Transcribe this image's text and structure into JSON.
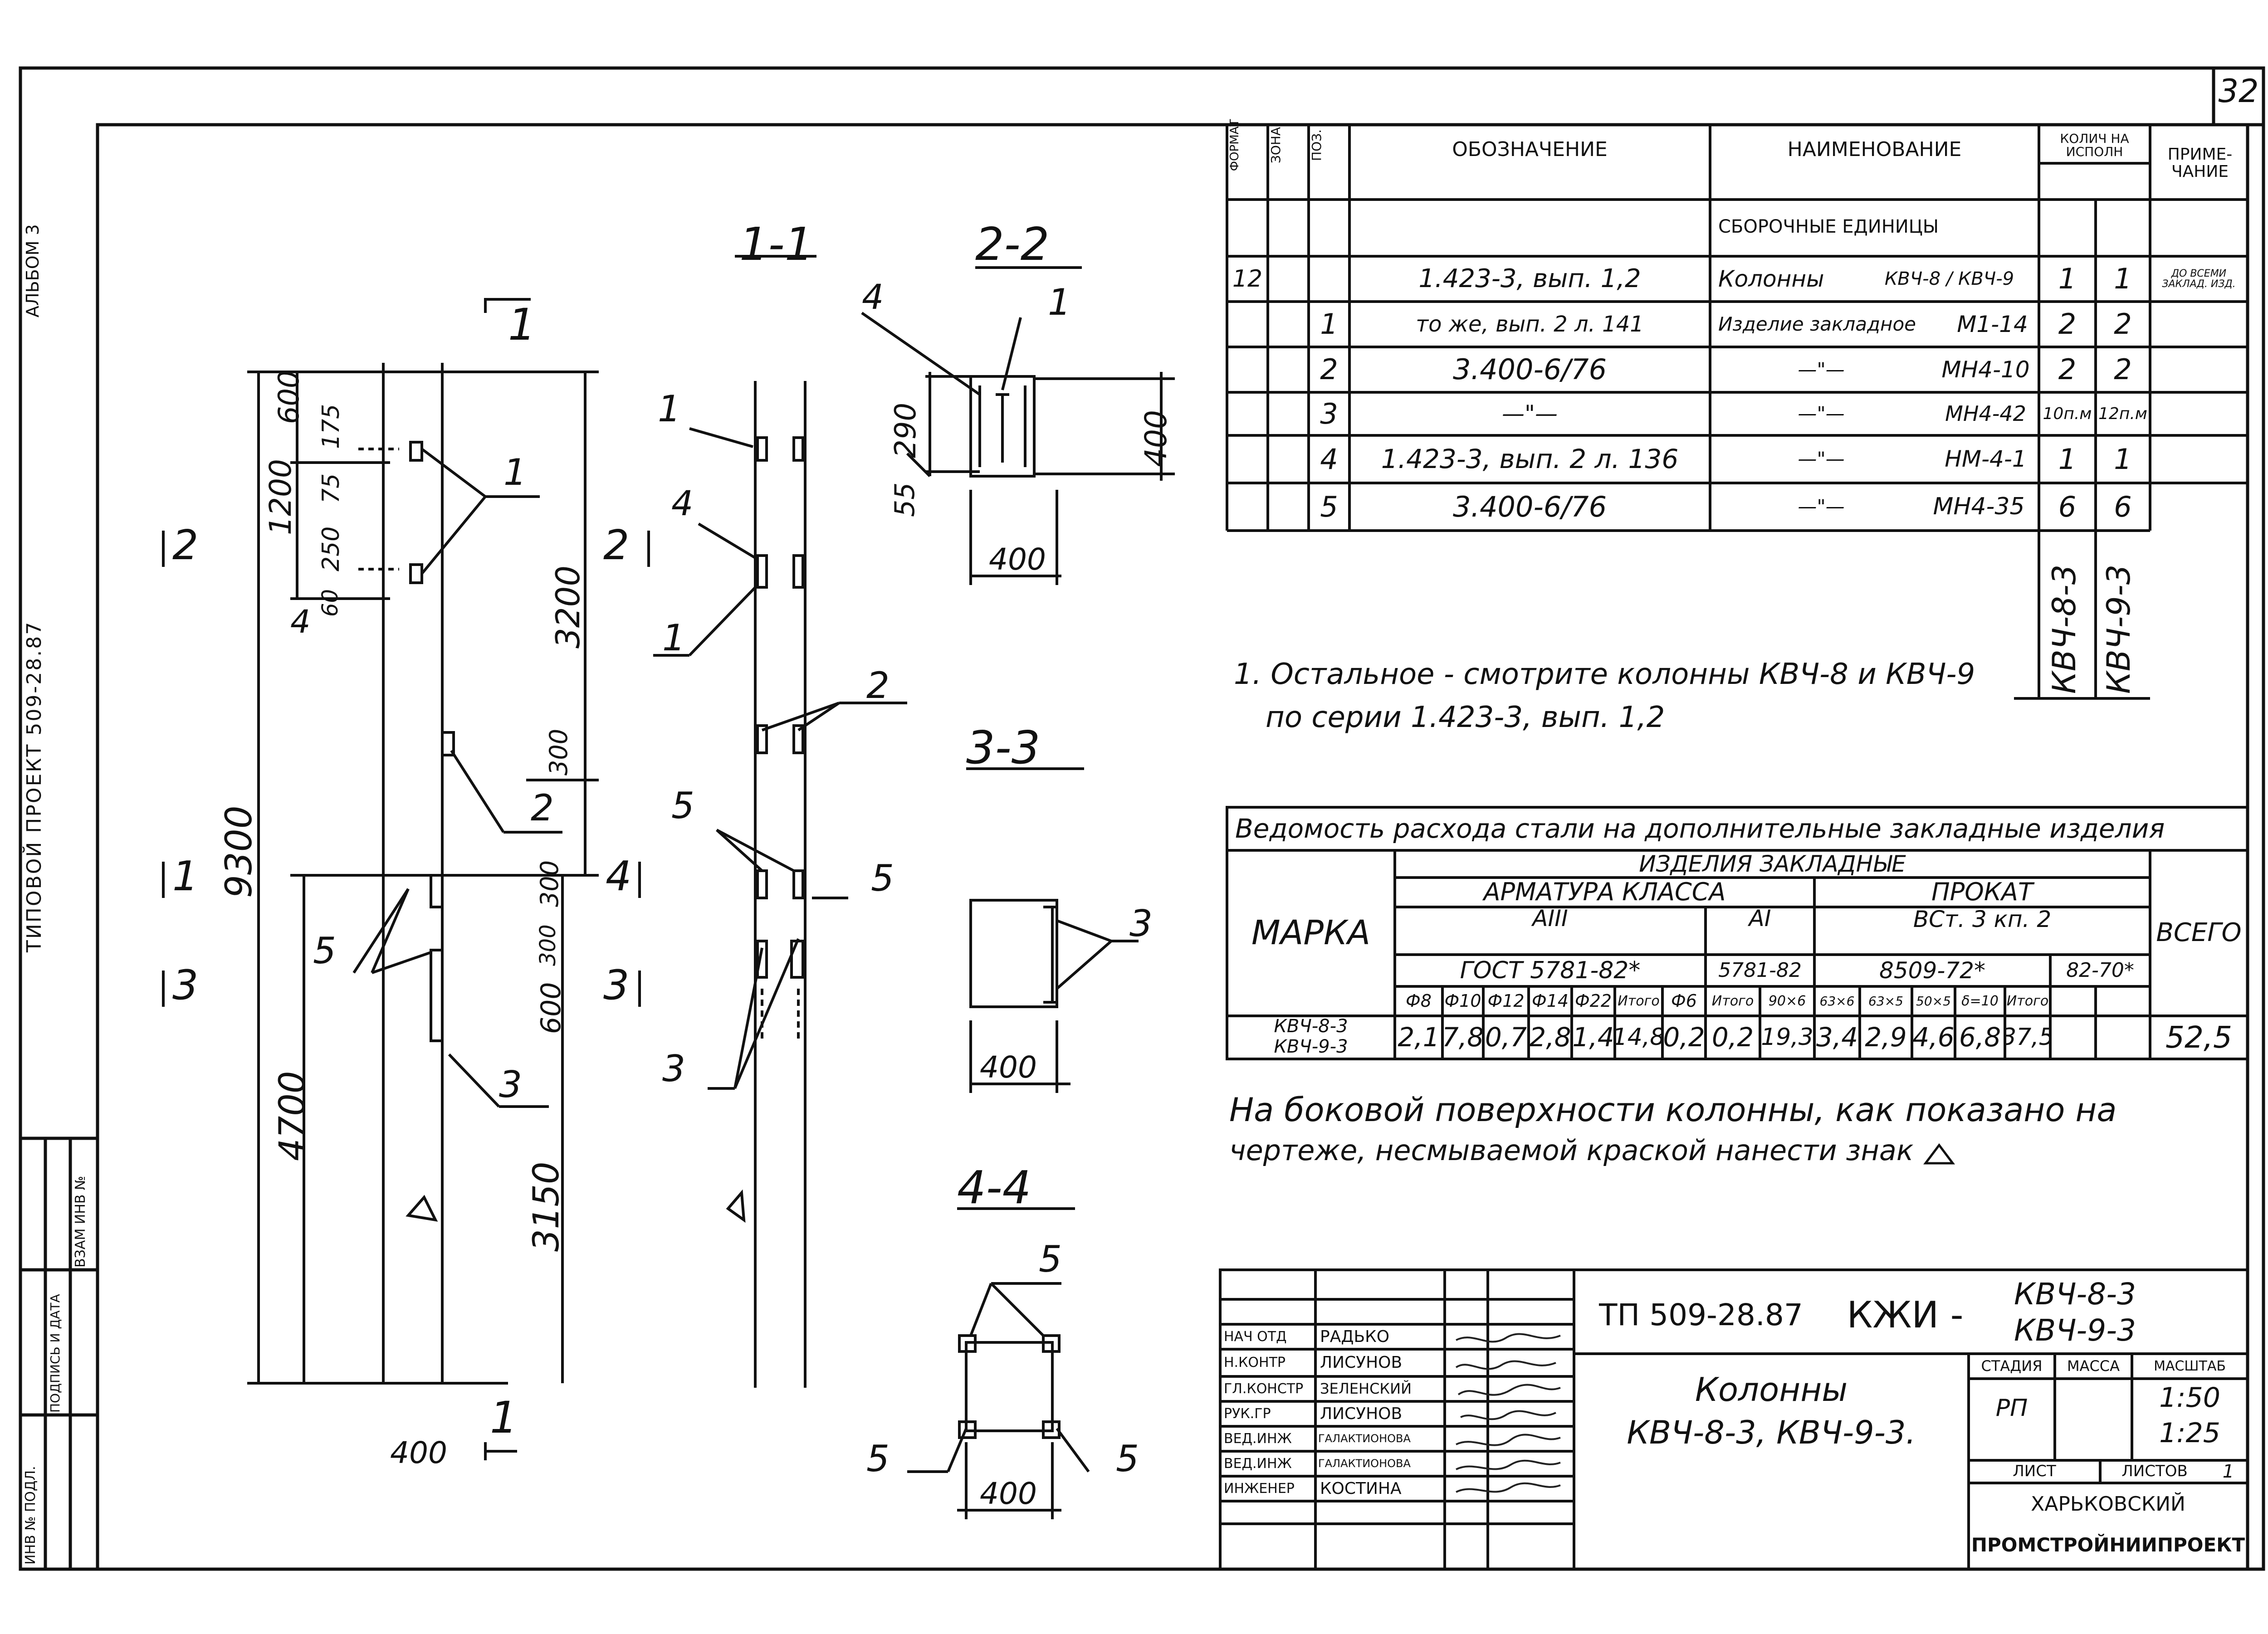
{
  "sheet": {
    "number": "32"
  },
  "side_stamp": {
    "album": "АЛЬБОМ 3",
    "project": "ТИПОВОЙ ПРОЕКТ 509-28.87",
    "cols": [
      "ИНВ № ПОДЛ.",
      "ПОДПИСЬ И ДАТА",
      "ВЗАМ ИНВ №"
    ]
  },
  "views": {
    "sec11": "1-1",
    "sec22": "2-2",
    "sec33": "3-3",
    "sec44": "4-4",
    "cut_marks": {
      "c1_top": "1",
      "c2_left": "2",
      "c2_right": "2",
      "c1_left": "1",
      "c4_right": "4",
      "c3_left": "3",
      "c3_right": "3",
      "c1_bottom": "1"
    },
    "dims_elev": [
      "600",
      "1200",
      "175",
      "75",
      "250",
      "60",
      "3200",
      "9300",
      "300",
      "300",
      "300",
      "600",
      "4700",
      "3150",
      "400"
    ],
    "dims_sec22": [
      "290",
      "55",
      "400",
      "400"
    ],
    "dims_sec33": [
      "400"
    ],
    "dims_sec44": [
      "400"
    ],
    "leaders": {
      "n1": "1",
      "n2": "2",
      "n3": "3",
      "n4": "4",
      "n5": "5"
    }
  },
  "spec": {
    "headers": {
      "format": "ФОРМАТ",
      "zone": "ЗОНА",
      "pos": "ПОЗ.",
      "designation": "ОБОЗНАЧЕНИЕ",
      "name": "НАИМЕНОВАНИЕ",
      "qty": "КОЛИЧ НА ИСПОЛН",
      "note": "ПРИМЕ-ЧАНИЕ"
    },
    "section_title": "СБОРОЧНЫЕ ЕДИНИЦЫ",
    "rows": [
      {
        "format": "12",
        "pos": "",
        "designation": "1.423-3, вып. 1,2",
        "name": "Колонны",
        "name2": "КВЧ-8 / КВЧ-9",
        "q1": "1",
        "q2": "1",
        "note": "ДО ВСЕМИ ЗАКЛАД. ИЗД."
      },
      {
        "format": "",
        "pos": "1",
        "designation": "то же, вып. 2 л. 141",
        "name": "Изделие закладное",
        "name2": "М1-14",
        "q1": "2",
        "q2": "2",
        "note": ""
      },
      {
        "format": "",
        "pos": "2",
        "designation": "3.400-6/76",
        "name": "—\"—",
        "name2": "МН4-10",
        "q1": "2",
        "q2": "2",
        "note": ""
      },
      {
        "format": "",
        "pos": "3",
        "designation": "—\"—",
        "name": "—\"—",
        "name2": "МН4-42",
        "q1": "10п.м",
        "q2": "12п.м",
        "note": ""
      },
      {
        "format": "",
        "pos": "4",
        "designation": "1.423-3, вып. 2 л. 136",
        "name": "—\"—",
        "name2": "НМ-4-1",
        "q1": "1",
        "q2": "1",
        "note": ""
      },
      {
        "format": "",
        "pos": "5",
        "designation": "3.400-6/76",
        "name": "—\"—",
        "name2": "МН4-35",
        "q1": "6",
        "q2": "6",
        "note": ""
      }
    ],
    "variants": [
      "КВЧ-8-3",
      "КВЧ-9-3"
    ]
  },
  "notes": {
    "note1_line1": "1. Остальное - смотрите колонны КВЧ-8 и КВЧ-9",
    "note1_line2": "по серии 1.423-3, вып. 1,2",
    "marking_line1": "На боковой поверхности колонны, как показано на",
    "marking_line2": "чертеже, несмываемой краской нанести знак"
  },
  "steel": {
    "title": "Ведомость расхода стали на дополнительные закладные изделия",
    "marka": "МАРКА",
    "group": "ИЗДЕЛИЯ ЗАКЛАДНЫЕ",
    "rebar": "АРМАТУРА КЛАССА",
    "rolled": "ПРОКАТ",
    "a3": "АIII",
    "a1": "АI",
    "vst": "ВСт. 3 кп. 2",
    "gost1": "ГОСТ 5781-82*",
    "gost2": "5781-82",
    "gost3": "8509-72*",
    "gost4": "82-70*",
    "total_h": "ВСЕГО",
    "subcols": [
      "Ф8",
      "Ф10",
      "Ф12",
      "Ф14",
      "Ф22",
      "Итого",
      "Ф6",
      "Итого",
      "90×6",
      "63×6",
      "63×5",
      "50×5",
      "δ=10",
      "Итого"
    ],
    "marks": [
      "КВЧ-8-3",
      "КВЧ-9-3"
    ],
    "values": [
      "2,1",
      "7,8",
      "0,7",
      "2,8",
      "1,4",
      "14,8",
      "0,2",
      "0,2",
      "19,3",
      "3,4",
      "2,9",
      "4,6",
      "6,8",
      "37,5"
    ],
    "total": "52,5"
  },
  "title_block": {
    "code": "ТП 509-28.87",
    "doc": "КЖИ -",
    "docmarks": [
      "КВЧ-8-3",
      "КВЧ-9-3"
    ],
    "staff": [
      {
        "role": "НАЧ ОТД",
        "name": "РАДЬКО"
      },
      {
        "role": "Н.КОНТР",
        "name": "ЛИСУНОВ"
      },
      {
        "role": "ГЛ.КОНСТР",
        "name": "ЗЕЛЕНСКИЙ"
      },
      {
        "role": "РУК.ГР",
        "name": "ЛИСУНОВ"
      },
      {
        "role": "ВЕД.ИНЖ",
        "name": "ГАЛАКТИОНОВА"
      },
      {
        "role": "ВЕД.ИНЖ",
        "name": "ГАЛАКТИОНОВА"
      },
      {
        "role": "ИНЖЕНЕР",
        "name": "КОСТИНА"
      }
    ],
    "name_line1": "Колонны",
    "name_line2": "КВЧ-8-3, КВЧ-9-3.",
    "stage_h": "СТАДИЯ",
    "mass_h": "МАССА",
    "scale_h": "МАСШТАБ",
    "stage": "РП",
    "scale1": "1:50",
    "scale2": "1:25",
    "sheet_h": "ЛИСТ",
    "sheets_h": "ЛИСТОВ",
    "sheets": "1",
    "org1": "ХАРЬКОВСКИЙ",
    "org2": "ПРОМСТРОЙНИИПРОЕКТ"
  }
}
